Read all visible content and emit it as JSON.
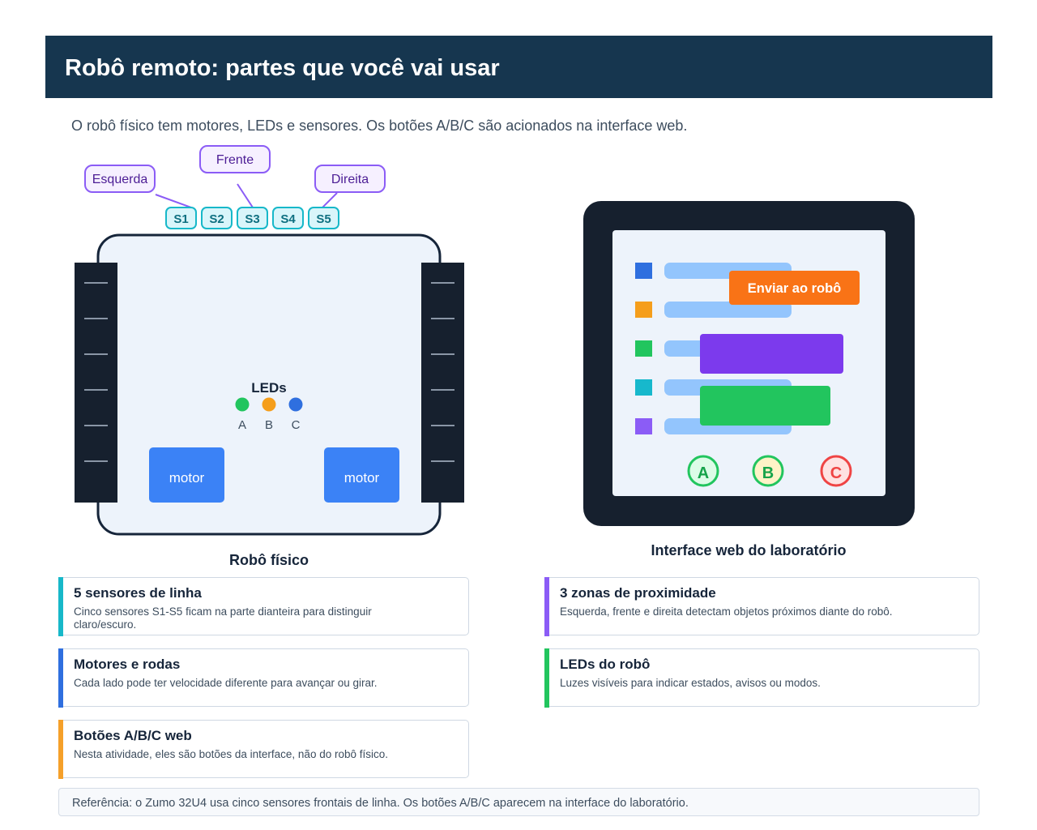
{
  "header": {
    "title": "Robô remoto: partes que você vai usar"
  },
  "subtitle": "O robô físico tem motores, LEDs e sensores. Os botões A/B/C são acionados na interface web.",
  "robot": {
    "caption": "Robô físico",
    "zones": {
      "left": "Esquerda",
      "front": "Frente",
      "right": "Direita"
    },
    "sensors": [
      "S1",
      "S2",
      "S3",
      "S4",
      "S5"
    ],
    "leds_title": "LEDs",
    "leds": [
      {
        "label": "A",
        "color": "#22c55e"
      },
      {
        "label": "B",
        "color": "#f59e1b"
      },
      {
        "label": "C",
        "color": "#2f6fdf"
      }
    ],
    "motor_left": "motor",
    "motor_right": "motor"
  },
  "web": {
    "caption": "Interface web do laboratório",
    "send_button": "Enviar ao robô",
    "buttons": [
      "A",
      "B",
      "C"
    ],
    "block_colors": [
      "#2f6fdf",
      "#f59e1b",
      "#22c55e",
      "#17b8cc",
      "#8b5cf6"
    ]
  },
  "cards": [
    {
      "title": "5 sensores de linha",
      "desc": "Cinco sensores S1-S5 ficam na parte dianteira para distinguir claro/escuro.",
      "color": "#17b8c9"
    },
    {
      "title": "3 zonas de proximidade",
      "desc": "Esquerda, frente e direita detectam objetos próximos diante do robô.",
      "color": "#8b5cf6"
    },
    {
      "title": "Motores e rodas",
      "desc": "Cada lado pode ter velocidade diferente para avançar ou girar.",
      "color": "#2f6fdf"
    },
    {
      "title": "LEDs do robô",
      "desc": "Luzes visíveis para indicar estados, avisos ou modos.",
      "color": "#22c55e"
    },
    {
      "title": "Botões A/B/C web",
      "desc": "Nesta atividade, eles são botões da interface, não do robô físico.",
      "color": "#f5a02a"
    }
  ],
  "reference": "Referência: o Zumo 32U4 usa cinco sensores frontais de linha. Os botões A/B/C aparecem na interface do laboratório."
}
